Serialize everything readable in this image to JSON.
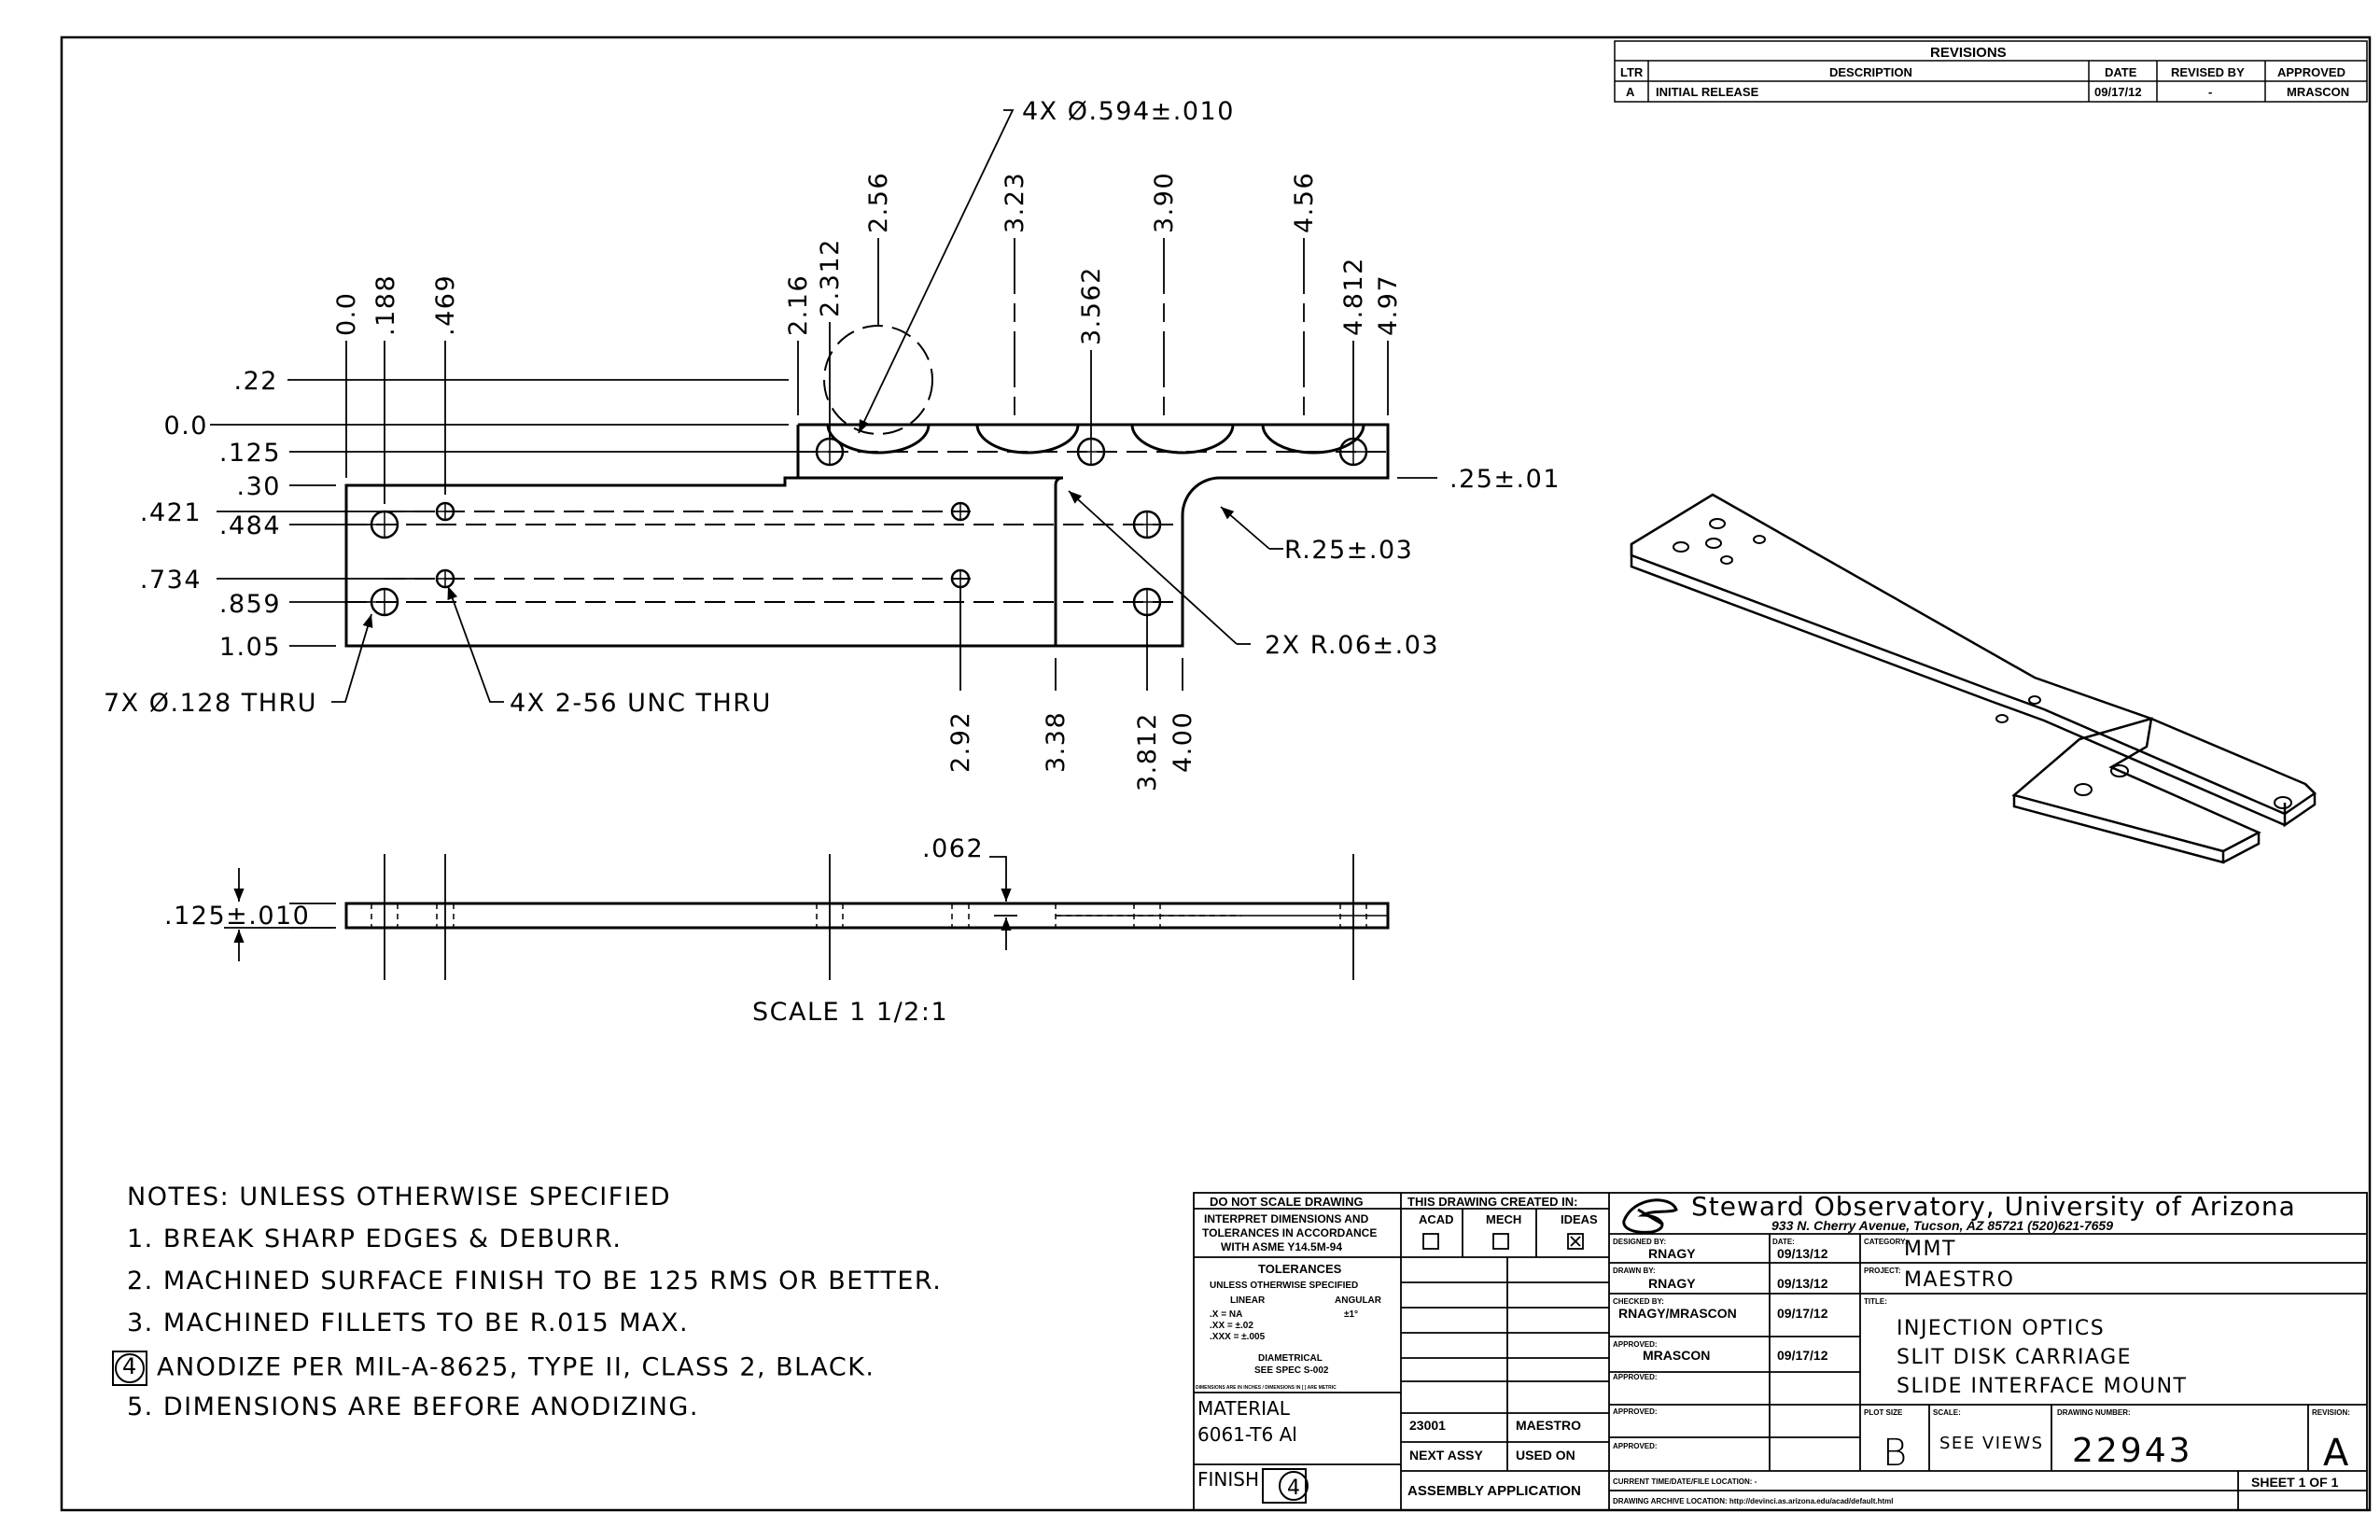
{
  "revisions": {
    "title": "REVISIONS",
    "headers": [
      "LTR",
      "DESCRIPTION",
      "DATE",
      "REVISED BY",
      "APPROVED"
    ],
    "rows": [
      [
        "A",
        "INITIAL RELEASE",
        "09/17/12",
        "-",
        "MRASCON"
      ]
    ]
  },
  "top_view": {
    "top_dims": [
      {
        "label": "0.0"
      },
      {
        "label": ".188"
      },
      {
        "label": ".469"
      },
      {
        "label": "2.16"
      },
      {
        "label": "2.312"
      },
      {
        "label": "2.56"
      },
      {
        "label": "3.23"
      },
      {
        "label": "3.562"
      },
      {
        "label": "3.90"
      },
      {
        "label": "4.56"
      },
      {
        "label": "4.812"
      },
      {
        "label": "4.97"
      }
    ],
    "bottom_dims": [
      "2.92",
      "3.38",
      "3.812",
      "4.00"
    ],
    "left_dims": [
      ".22",
      "0.0",
      ".125",
      ".30",
      ".421",
      ".484",
      ".734",
      ".859",
      "1.05"
    ],
    "callouts": {
      "large_holes": "4X Ø.594±.010",
      "width": ".25±.01",
      "radius": "R.25±.03",
      "small_radius": "2X R.06±.03",
      "thru_holes": "7X Ø.128 THRU",
      "tapped_holes": "4X 2-56 UNC THRU"
    }
  },
  "side_view": {
    "thickness": ".125±.010",
    "step": ".062",
    "scale": "SCALE 1 1/2:1"
  },
  "notes": {
    "header": "NOTES: UNLESS OTHERWISE SPECIFIED",
    "items": [
      "1. BREAK SHARP EDGES & DEBURR.",
      "2. MACHINED SURFACE FINISH TO BE 125 RMS OR BETTER.",
      "3. MACHINED FILLETS TO BE R.015 MAX.",
      "ANODIZE PER MIL-A-8625, TYPE II, CLASS 2, BLACK.",
      "5. DIMENSIONS ARE BEFORE ANODIZING."
    ],
    "flag_number": "4"
  },
  "title_block": {
    "do_not_scale": "DO NOT SCALE DRAWING",
    "interpret": [
      "INTERPRET DIMENSIONS AND",
      "TOLERANCES IN ACCORDANCE",
      "WITH ASME Y14.5M-94"
    ],
    "tolerances_title": "TOLERANCES",
    "tolerances_sub": "UNLESS OTHERWISE SPECIFIED",
    "linear": "LINEAR",
    "angular": "ANGULAR",
    "tol_lines": [
      ".X   = NA",
      ".XX  = ±.02",
      ".XXX = ±.005"
    ],
    "angular_value": "±1°",
    "diametrical": "DIAMETRICAL",
    "see_spec": "SEE SPEC S-002",
    "units_note": "DIMENSIONS ARE IN INCHES / DIMENSIONS IN [ ] ARE METRIC",
    "material_label": "MATERIAL",
    "material_value": "6061-T6 Al",
    "finish_label": "FINISH",
    "finish_flag": "4",
    "created_in": "THIS DRAWING CREATED IN:",
    "cad_options": [
      "ACAD",
      "MECH",
      "IDEAS"
    ],
    "cad_checked": "IDEAS",
    "next_assy": "NEXT ASSY",
    "used_on": "USED ON",
    "assy_values": [
      "23001",
      "MAESTRO"
    ],
    "assembly_application": "ASSEMBLY APPLICATION",
    "org_name": "Steward Observatory, University of Arizona",
    "org_address": "933 N. Cherry Avenue, Tucson, AZ  85721    (520)621-7659",
    "designed_by_label": "DESIGNED BY:",
    "designed_by": "RNAGY",
    "date_label": "DATE:",
    "designed_date": "09/13/12",
    "drawn_by_label": "DRAWN BY:",
    "drawn_by": "RNAGY",
    "drawn_date": "09/13/12",
    "checked_by_label": "CHECKED BY:",
    "checked_by": "RNAGY/MRASCON",
    "checked_date": "09/17/12",
    "approved_label": "APPROVED:",
    "approved_by": "MRASCON",
    "approved_date": "09/17/12",
    "category_label": "CATEGORY:",
    "category": "MMT",
    "project_label": "PROJECT:",
    "project": "MAESTRO",
    "title_label": "TITLE:",
    "title_lines": [
      "INJECTION OPTICS",
      "SLIT DISK CARRIAGE",
      "SLIDE INTERFACE MOUNT"
    ],
    "plot_size_label": "PLOT SIZE",
    "plot_size": "B",
    "scale_label": "SCALE:",
    "scale": "SEE VIEWS",
    "drawing_number_label": "DRAWING NUMBER:",
    "drawing_number": "22943",
    "revision_label": "REVISION:",
    "revision": "A",
    "current_time_label": "CURRENT TIME/DATE/FILE LOCATION:  -",
    "archive_label": "DRAWING ARCHIVE LOCATION: http://devinci.as.arizona.edu/acad/default.html",
    "sheet": "SHEET 1 OF 1"
  }
}
